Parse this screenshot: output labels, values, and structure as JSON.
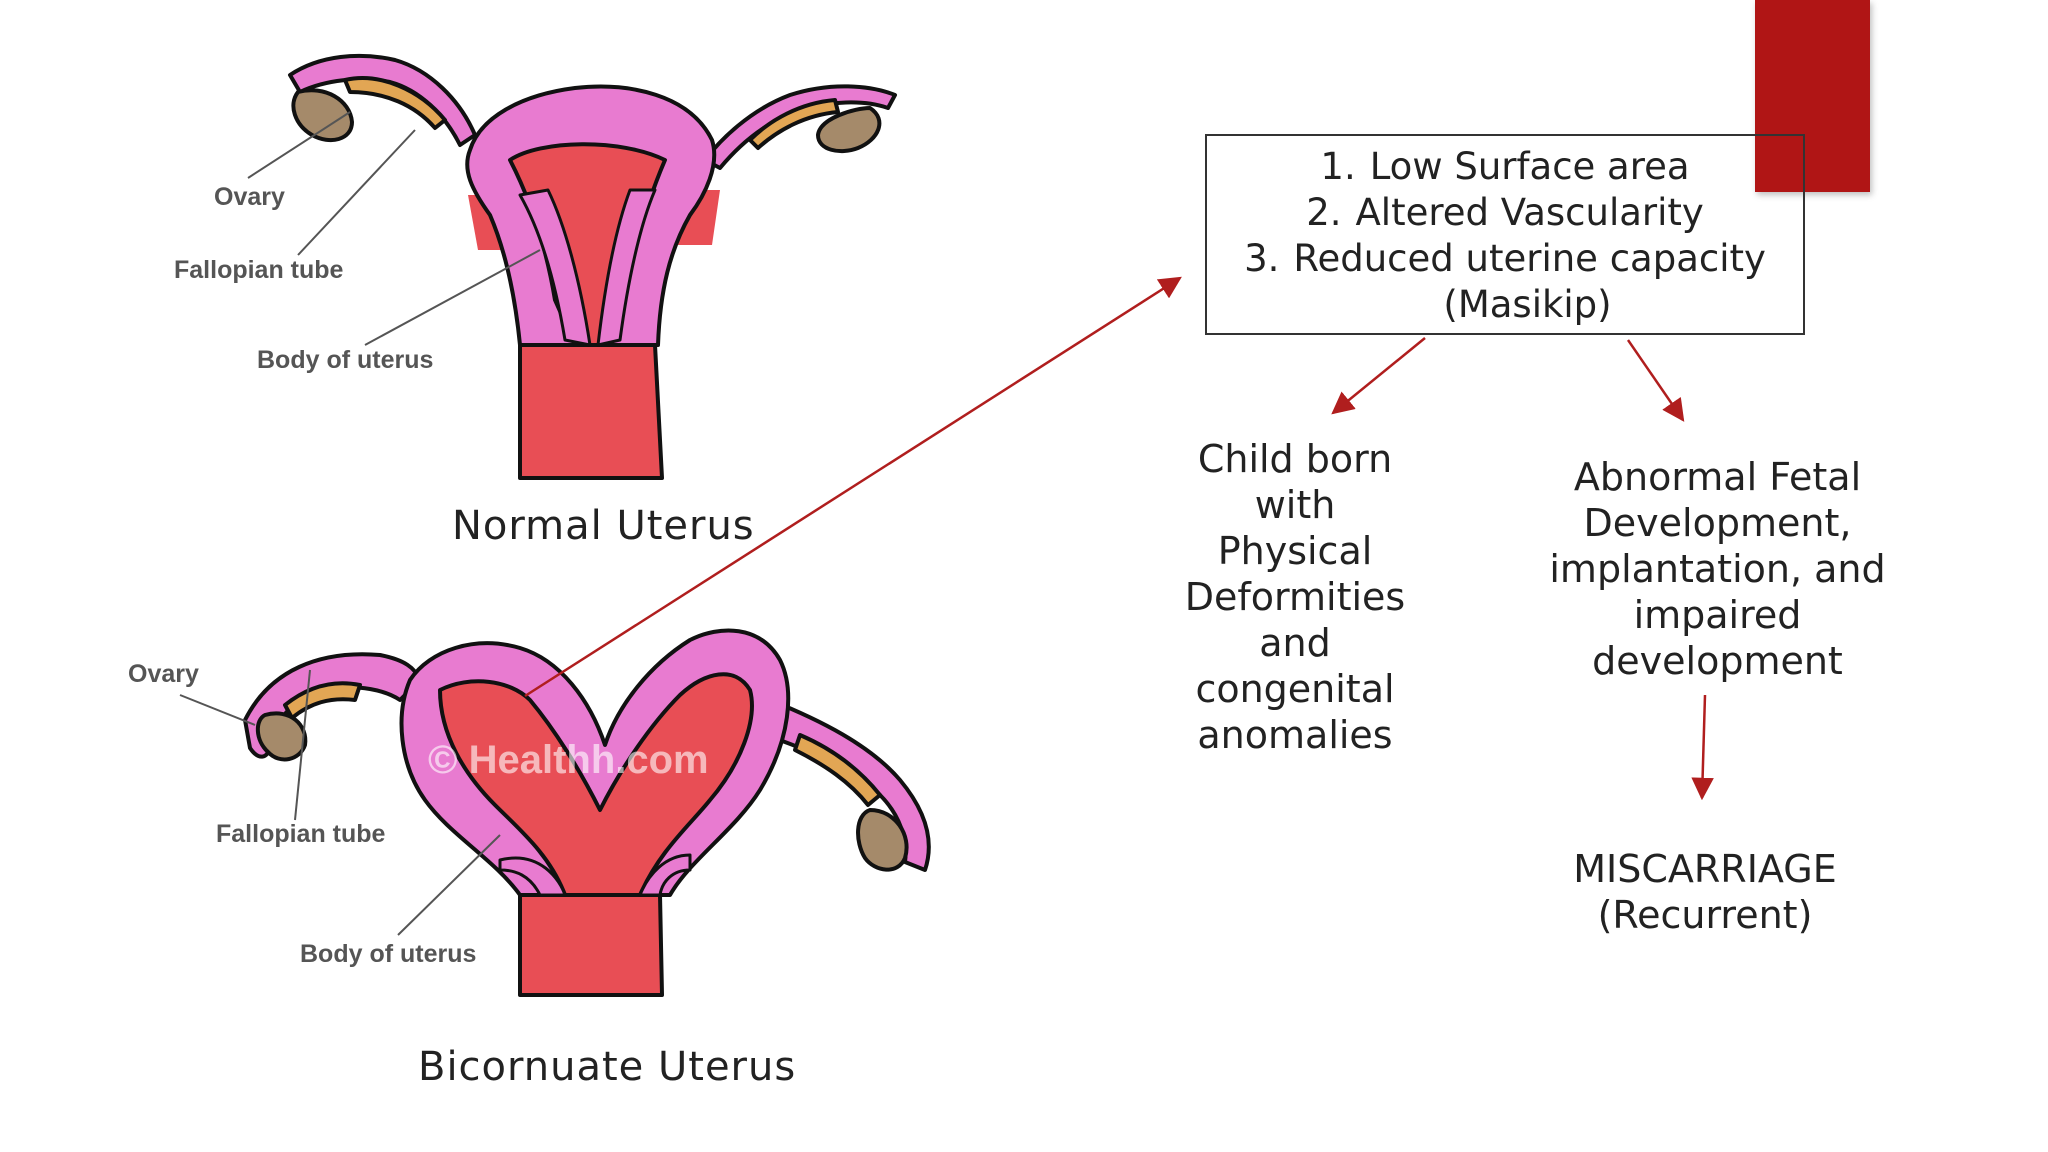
{
  "colors": {
    "accent": "#b01515",
    "arrow": "#b01e1e",
    "uterus_pink": "#e87bd0",
    "uterus_red": "#e84e55",
    "tube_orange": "#e2a654",
    "ovary_brown": "#a58a6a"
  },
  "normal_uterus": {
    "caption": "Normal Uterus",
    "labels": {
      "ovary": "Ovary",
      "fallopian_tube": "Fallopian tube",
      "body": "Body of uterus"
    }
  },
  "bicornuate_uterus": {
    "caption": "Bicornuate Uterus",
    "watermark": "© Healthh.com",
    "labels": {
      "ovary": "Ovary",
      "fallopian_tube": "Fallopian tube",
      "body": "Body of uterus"
    }
  },
  "causes": {
    "items": [
      {
        "num": "1.",
        "text": "Low Surface area"
      },
      {
        "num": "2.",
        "text": "Altered Vascularity"
      },
      {
        "num": "3.",
        "text": "Reduced uterine capacity"
      }
    ],
    "note": "(Masikip)"
  },
  "outcomes": {
    "left": [
      "Child born",
      "with",
      "Physical",
      "Deformities",
      "and",
      "congenital",
      "anomalies"
    ],
    "right": [
      "Abnormal Fetal",
      "Development,",
      "implantation, and",
      "impaired",
      "development"
    ],
    "final": [
      "MISCARRIAGE",
      "(Recurrent)"
    ]
  }
}
